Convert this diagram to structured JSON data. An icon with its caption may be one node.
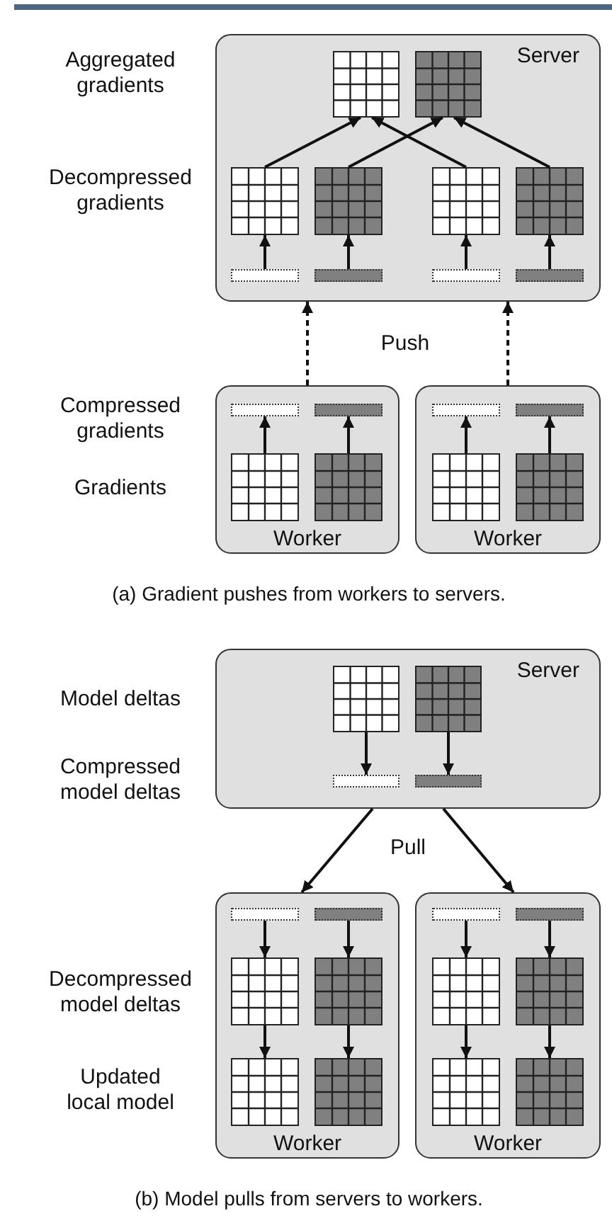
{
  "diagram": {
    "nodes": [
      {
        "text": [
          "Server"
        ]
      },
      {
        "text": [],
        "shape": "grid",
        "in": 0
      },
      {
        "text": [],
        "shape": "grid",
        "in": 0
      },
      {
        "text": [],
        "shape": "grid",
        "in": 0
      },
      {
        "text": [],
        "shape": "grid",
        "in": 0
      },
      {
        "text": [],
        "shape": "grid",
        "in": 0
      },
      {
        "text": [],
        "shape": "grid",
        "in": 0
      },
      {
        "text": [],
        "shape": "bar",
        "in": 0
      },
      {
        "text": [],
        "shape": "bar",
        "in": 0
      },
      {
        "text": [],
        "shape": "bar",
        "in": 0
      },
      {
        "text": [],
        "shape": "bar",
        "in": 0
      },
      {
        "text": [
          "Worker"
        ]
      },
      {
        "text": [],
        "shape": "bar",
        "in": 11
      },
      {
        "text": [],
        "shape": "bar",
        "in": 11
      },
      {
        "text": [],
        "shape": "grid",
        "in": 11
      },
      {
        "text": [],
        "shape": "grid",
        "in": 11
      },
      {
        "text": [
          "Worker"
        ]
      },
      {
        "text": [],
        "shape": "bar",
        "in": 16
      },
      {
        "text": [],
        "shape": "bar",
        "in": 16
      },
      {
        "text": [],
        "shape": "grid",
        "in": 16
      },
      {
        "text": [],
        "shape": "grid",
        "in": 16
      },
      {
        "text": [
          "Server"
        ]
      },
      {
        "text": [],
        "shape": "grid",
        "in": 21
      },
      {
        "text": [],
        "shape": "grid",
        "in": 21
      },
      {
        "text": [],
        "shape": "bar",
        "in": 21
      },
      {
        "text": [],
        "shape": "bar",
        "in": 21
      },
      {
        "text": [
          "Worker"
        ]
      },
      {
        "text": [],
        "shape": "bar",
        "in": 26
      },
      {
        "text": [],
        "shape": "bar",
        "in": 26
      },
      {
        "text": [],
        "shape": "grid",
        "in": 26
      },
      {
        "text": [],
        "shape": "grid",
        "in": 26
      },
      {
        "text": [],
        "shape": "grid",
        "in": 26
      },
      {
        "text": [],
        "shape": "grid",
        "in": 26
      },
      {
        "text": [
          "Worker"
        ]
      },
      {
        "text": [],
        "shape": "bar",
        "in": 33
      },
      {
        "text": [],
        "shape": "bar",
        "in": 33
      },
      {
        "text": [],
        "shape": "grid",
        "in": 33
      },
      {
        "text": [],
        "shape": "grid",
        "in": 33
      },
      {
        "text": [],
        "shape": "grid",
        "in": 33
      },
      {
        "text": [],
        "shape": "grid",
        "in": 33
      }
    ],
    "edges": [
      {
        "from": 7,
        "to": 3,
        "arrow": "to"
      },
      {
        "from": 8,
        "to": 4,
        "arrow": "to"
      },
      {
        "from": 9,
        "to": 5,
        "arrow": "to"
      },
      {
        "from": 10,
        "to": 6,
        "arrow": "to"
      },
      {
        "from": 3,
        "to": 1,
        "arrow": "to"
      },
      {
        "from": 4,
        "to": 2,
        "arrow": "to"
      },
      {
        "from": 5,
        "to": 1,
        "arrow": "to"
      },
      {
        "from": 6,
        "to": 2,
        "arrow": "to"
      },
      {
        "from": 14,
        "to": 12,
        "arrow": "to"
      },
      {
        "from": 15,
        "to": 13,
        "arrow": "to"
      },
      {
        "from": 19,
        "to": 17,
        "arrow": "to"
      },
      {
        "from": 20,
        "to": 18,
        "arrow": "to"
      },
      {
        "from": 11,
        "to": 0,
        "arrow": "to",
        "style": "dashed"
      },
      {
        "from": 16,
        "to": 0,
        "arrow": "to",
        "style": "dashed"
      },
      {
        "from": 22,
        "to": 24,
        "arrow": "to"
      },
      {
        "from": 23,
        "to": 25,
        "arrow": "to"
      },
      {
        "from": 21,
        "to": 26,
        "arrow": "to"
      },
      {
        "from": 21,
        "to": 33,
        "arrow": "to"
      },
      {
        "from": 27,
        "to": 29,
        "arrow": "to"
      },
      {
        "from": 28,
        "to": 30,
        "arrow": "to"
      },
      {
        "from": 29,
        "to": 31,
        "arrow": "to"
      },
      {
        "from": 30,
        "to": 32,
        "arrow": "to"
      },
      {
        "from": 34,
        "to": 36,
        "arrow": "to"
      },
      {
        "from": 35,
        "to": 37,
        "arrow": "to"
      },
      {
        "from": 36,
        "to": 38,
        "arrow": "to"
      },
      {
        "from": 37,
        "to": 39,
        "arrow": "to"
      }
    ],
    "labels": [
      "Aggregated gradients",
      "Decompressed gradients",
      "Push",
      "Compressed gradients",
      "Gradients",
      "(a) Gradient pushes from workers to servers.",
      "Model deltas",
      "Compressed model deltas",
      "Pull",
      "Decompressed model deltas",
      "Updated local model",
      "(b) Model pulls from servers to workers."
    ]
  }
}
